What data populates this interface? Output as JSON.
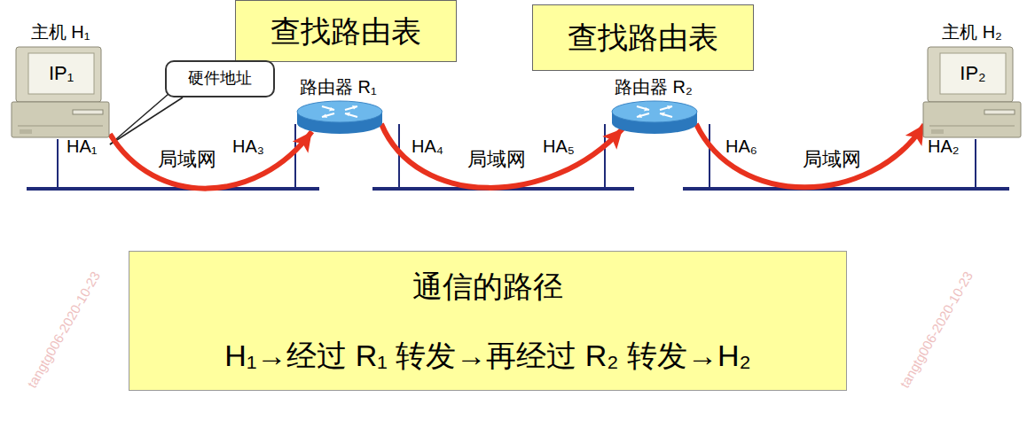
{
  "diagram": {
    "nodes": [
      {
        "text": [
          "主机 H₁",
          "IP₁"
        ]
      },
      {
        "text": [
          "查找路由表"
        ]
      },
      {
        "text": [
          "硬件地址"
        ]
      },
      {
        "text": [
          "路由器 R₁"
        ]
      },
      {
        "text": [
          "查找路由表"
        ]
      },
      {
        "text": [
          "路由器 R₂"
        ]
      },
      {
        "text": [
          "主机 H₂",
          "IP₂"
        ]
      },
      {
        "text": [
          "通信的路径",
          "H₁→经过 R₁ 转发→再经过 R₂ 转发→H₂"
        ]
      }
    ],
    "edges": [
      {
        "from": 0,
        "to": 3,
        "arrow": "to"
      },
      {
        "from": 3,
        "to": 5,
        "arrow": "to"
      },
      {
        "from": 5,
        "to": 6,
        "arrow": "to"
      }
    ],
    "labels": [
      "HA₁",
      "局域网",
      "HA₃",
      "HA₄",
      "局域网",
      "HA₅",
      "HA₆",
      "局域网",
      "HA₂",
      "tangtg006-2020-10-23",
      "tangtg006-2020-10-23"
    ]
  }
}
